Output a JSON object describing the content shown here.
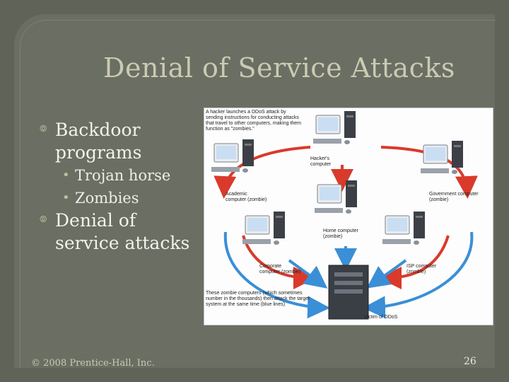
{
  "slide": {
    "title": "Denial of Service Attacks",
    "bullets": [
      {
        "text": "Backdoor programs",
        "sub": [
          "Trojan horse",
          "Zombies"
        ]
      },
      {
        "text": "Denial of service attacks",
        "sub": []
      }
    ],
    "footer": "© 2008 Prentice-Hall, Inc.",
    "page_number": "26"
  },
  "diagram": {
    "top_caption": "A hacker launches a DDoS attack by sending instructions for conducting attacks that travel to other computers, making them function as \"zombies.\"",
    "bottom_caption": "These zombie computers (which sometimes number in the thousands) then attack the target system at the same time (blue lines)",
    "labels": {
      "hacker": "Hacker's computer",
      "academic": "Academic computer (zombie)",
      "government": "Government computer (zombie)",
      "home": "Home computer (zombie)",
      "corporate": "Corporate computer (zombie)",
      "isp": "ISP computer (zombie)",
      "victim": "Victim of DDoS"
    },
    "colors": {
      "attack_arrow": "#d93a2b",
      "zombie_arrow": "#3a8fd6"
    }
  }
}
